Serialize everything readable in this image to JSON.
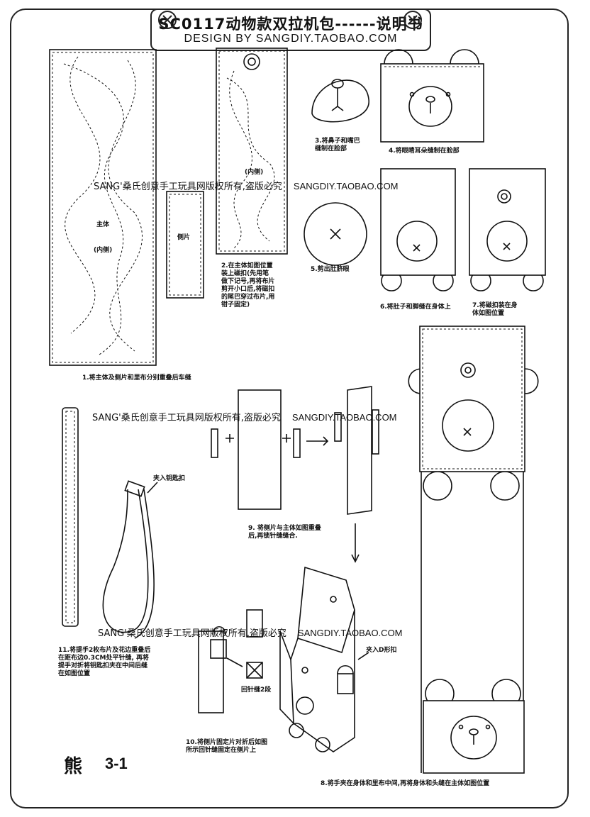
{
  "header": {
    "title": "SC0117动物款双拉机包------说明书",
    "subtitle": "DESIGN BY  SANGDIY.TAOBAO.COM"
  },
  "watermark": {
    "text": "SANG'桑氏创意手工玩具网版权所有,盗版必究",
    "url": "SANGDIY.TAOBAO.COM"
  },
  "pieces": {
    "main_body": "主体",
    "inside": "(内侧)",
    "side_piece": "侧片",
    "clasp_label": "夹入钥匙扣",
    "d_ring_label": "夹入D形扣",
    "back_stitch": "回针缝2段"
  },
  "steps": {
    "s1": "1.将主体及侧片和里布分别重叠后车缝",
    "s2": "2.在主体如图位置\n装上磁扣(先用笔\n做下记号,再将布片\n剪开小口后,将磁扣\n的尾巴穿过布片,用\n钳子固定)",
    "s3": "3.将鼻子和嘴巴\n缝制在脸部",
    "s4": "4.将眼睛耳朵缝制在脸部",
    "s5": "5.剪出肚脐眼",
    "s6": "6.将肚子和脚缝在身体上",
    "s7": "7.将磁扣装在身\n体如图位置",
    "s8": "8.将手夹在身体和里布中间,再将身体和头缝在主体如图位置",
    "s9": "9. 将侧片与主体如图重叠\n后,再锁针缝缝合.",
    "s10": "10.将侧片固定片对折后如图\n所示回针缝固定在侧片上",
    "s11": "11.将提手2枚布片及花边重叠后\n在距布边0.3CM处平针缝, 再将\n提手对折将钥匙扣夹在中间后缝\n在如图位置"
  },
  "plate": {
    "name": "熊",
    "number": "3-1"
  }
}
